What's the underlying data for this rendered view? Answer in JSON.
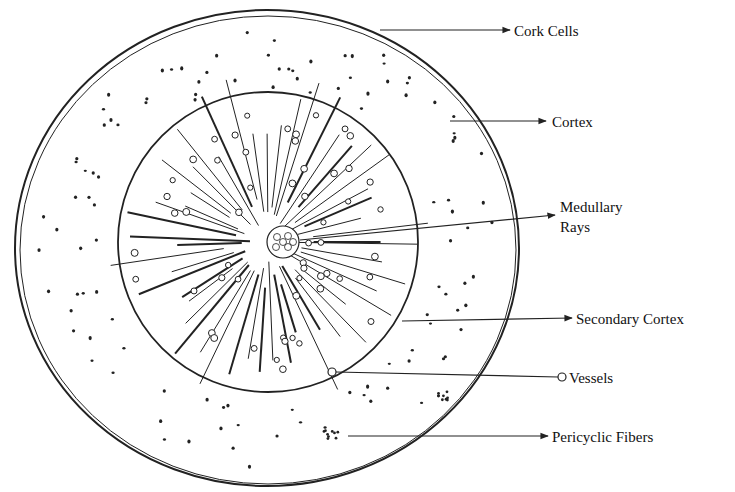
{
  "diagram": {
    "labels": [
      "Cork Cells",
      "Cortex",
      "Medullary Rays",
      "Secondary Cortex",
      "Vessels",
      "Pericyclic Fibers"
    ]
  }
}
